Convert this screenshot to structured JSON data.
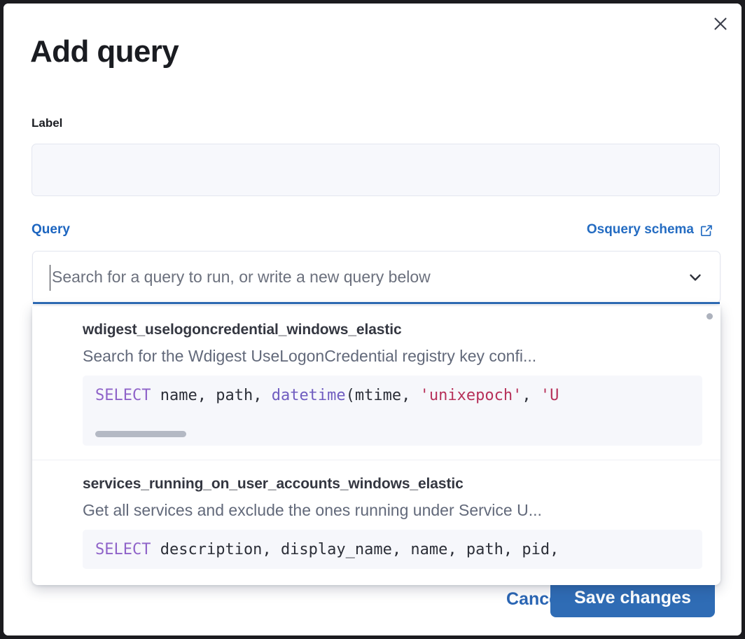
{
  "modal": {
    "title": "Add query",
    "close_icon": "close-icon"
  },
  "label_field": {
    "caption": "Label",
    "value": "",
    "placeholder": ""
  },
  "query_section": {
    "query_label": "Query",
    "schema_link_text": "Osquery schema",
    "schema_link_icon": "external-link-icon",
    "combobox": {
      "value": "",
      "placeholder": "Search for a query to run, or write a new query below",
      "chevron_icon": "chevron-down-icon"
    }
  },
  "dropdown": {
    "options": [
      {
        "title": "wdigest_uselogoncredential_windows_elastic",
        "description": "Search for the Wdigest UseLogonCredential registry key confi...",
        "code_tokens": [
          {
            "t": "SELECT",
            "c": "kw"
          },
          {
            "t": " ",
            "c": "punc"
          },
          {
            "t": "name",
            "c": "id"
          },
          {
            "t": ", ",
            "c": "punc"
          },
          {
            "t": "path",
            "c": "id"
          },
          {
            "t": ", ",
            "c": "punc"
          },
          {
            "t": "datetime",
            "c": "fn"
          },
          {
            "t": "(",
            "c": "punc"
          },
          {
            "t": "mtime",
            "c": "id"
          },
          {
            "t": ", ",
            "c": "punc"
          },
          {
            "t": "'unixepoch'",
            "c": "str"
          },
          {
            "t": ", ",
            "c": "punc"
          },
          {
            "t": "'U",
            "c": "str"
          }
        ],
        "has_scrollbar": true
      },
      {
        "title": "services_running_on_user_accounts_windows_elastic",
        "description": "Get all services and exclude the ones running under Service U...",
        "code_tokens": [
          {
            "t": "SELECT",
            "c": "kw"
          },
          {
            "t": " ",
            "c": "punc"
          },
          {
            "t": "description",
            "c": "id"
          },
          {
            "t": ", ",
            "c": "punc"
          },
          {
            "t": "display_name",
            "c": "id"
          },
          {
            "t": ", ",
            "c": "punc"
          },
          {
            "t": "name",
            "c": "id"
          },
          {
            "t": ", ",
            "c": "punc"
          },
          {
            "t": "path",
            "c": "id"
          },
          {
            "t": ", ",
            "c": "punc"
          },
          {
            "t": "pid",
            "c": "id"
          },
          {
            "t": ",",
            "c": "punc"
          }
        ],
        "has_scrollbar": false
      }
    ]
  },
  "footer": {
    "cancel_label": "Cancel",
    "save_label": "Save changes"
  },
  "colors": {
    "accent_blue": "#2f6cb5",
    "link_blue": "#246cc2",
    "text_dark": "#1a1c21",
    "text_muted": "#62697a",
    "code_bg": "#f6f7fb",
    "field_bg": "#f7f8fc",
    "keyword_purple": "#8f63c9",
    "string_red": "#b7315a"
  }
}
